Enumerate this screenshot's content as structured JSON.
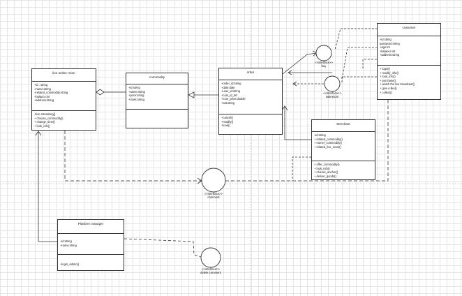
{
  "classes": {
    "live_online_room": {
      "title": "live online room",
      "attributes": [
        "+id : string",
        "+name:string",
        "+related_commodity:string",
        "+balance:int",
        "+address:string"
      ],
      "methods": [
        "+live streaming()",
        "+ choose_commodity()",
        "+ change_time()",
        "+ look_info()"
      ]
    },
    "commodity": {
      "title": "commodity",
      "attributes": [
        "+id:string",
        "+name:string",
        "+price:string",
        "+class:string"
      ],
      "methods": []
    },
    "order": {
      "title": "order",
      "attributes": [
        "+order_id:string",
        "+date:date",
        "+user_id:string",
        "+com_id_list",
        "+com_price:double",
        "+sat:string"
      ],
      "methods": [
        "+cancel()",
        "+modify()",
        "+look()"
      ]
    },
    "customer": {
      "title": "customer",
      "attributes": [
        "+id:string",
        "password:string",
        "+age:int",
        "+balance:int",
        "+address:string"
      ],
      "methods": [
        "+ login()",
        "+ modify_info()",
        "+ look_info()",
        "+ purchase()",
        "+ watch the live broadcast()",
        "+ give a like()",
        "+ collect()"
      ]
    },
    "merchant": {
      "title": "Merchant",
      "attributes": [
        "+id:string",
        "+ related_commodity()",
        "+ numer_commodity()",
        "+ related_live_room()"
      ],
      "methods": [
        "+ offer_commodity()",
        "+ look_info()",
        "+ choose_anchor()",
        "+ deliver_goods()"
      ]
    },
    "platform_manager": {
      "title": "Platform manager",
      "attributes": [
        "+id:string",
        "+name:string"
      ],
      "methods": [
        "+login_admin()"
      ]
    }
  },
  "interfaces": {
    "buy": {
      "stereotype": "<<interface>>",
      "name": "buy"
    },
    "sale_return": {
      "stereotype": "<<interface>>",
      "name": "salereturn"
    },
    "comment": {
      "stereotype": "<<interface>>",
      "name": "comment"
    },
    "delete_comment": {
      "stereotype": "<<interface>>",
      "name": "delete comment"
    }
  }
}
